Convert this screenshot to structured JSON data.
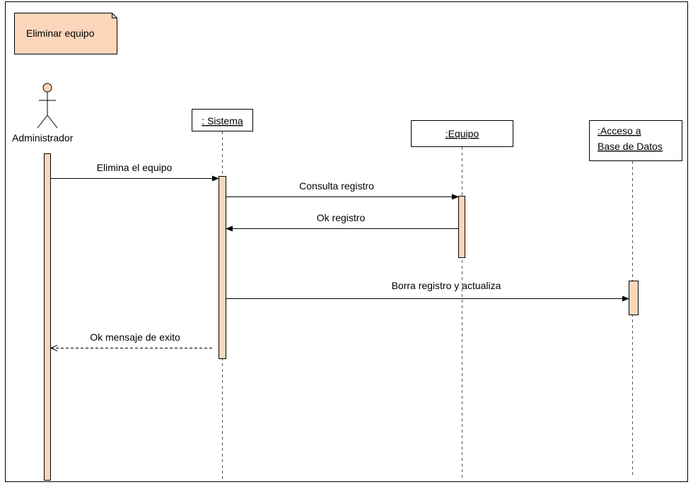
{
  "colors": {
    "note_fill": "#fcd6bb",
    "activation_fill": "#fcd6bb",
    "line": "#000000",
    "lifeline": "#555555",
    "frame": "#000000"
  },
  "note": {
    "text": "Eliminar equipo"
  },
  "actor": {
    "label": "Administrador"
  },
  "objects": {
    "sistema": ": Sistema",
    "equipo": ":Equipo",
    "acceso_line1": ":Acceso a",
    "acceso_line2": "Base de Datos"
  },
  "messages": {
    "m1": "Elimina el equipo",
    "m2": "Consulta registro",
    "m3": "Ok registro",
    "m4": "Borra registro y actualiza",
    "m5": "Ok mensaje de exito"
  }
}
